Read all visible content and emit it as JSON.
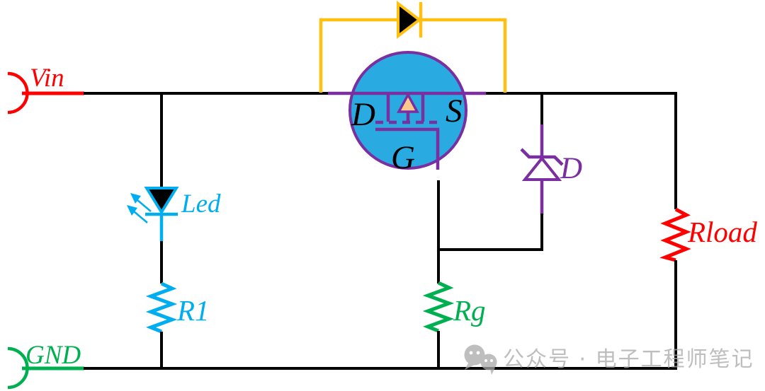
{
  "terminals": {
    "vin": "Vin",
    "gnd": "GND"
  },
  "labels": {
    "led": "Led",
    "r1": "R1",
    "rg": "Rg",
    "rload": "Rload",
    "zener_diode": "D"
  },
  "mosfet": {
    "drain": "D",
    "source": "S",
    "gate": "G"
  },
  "watermark": {
    "icon": "wechat-icon",
    "text": "公众号 · 电子工程师笔记"
  },
  "colors": {
    "black": "#000000",
    "red": "#ff0000",
    "green": "#00b050",
    "cyan": "#00aeef",
    "purple": "#7a2ea0",
    "orange": "#ffc010",
    "mosfet-fill": "#29abe2",
    "body-diode-fill": "#fbc98c",
    "watermark-gray": "#a9a9a9"
  }
}
